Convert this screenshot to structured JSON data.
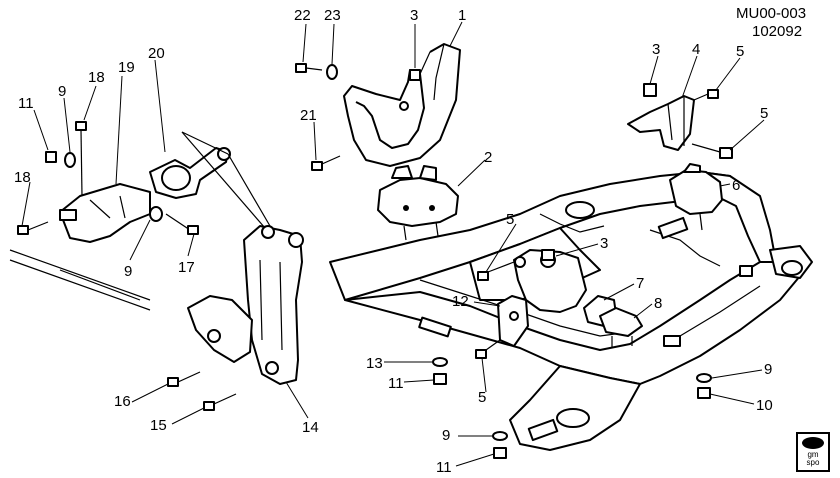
{
  "header": {
    "diagram_code": "MU00-003",
    "date_code": "102092"
  },
  "callouts": [
    {
      "id": "c1",
      "label": "1"
    },
    {
      "id": "c2",
      "label": "2"
    },
    {
      "id": "c3a",
      "label": "3"
    },
    {
      "id": "c3b",
      "label": "3"
    },
    {
      "id": "c3c",
      "label": "3"
    },
    {
      "id": "c4",
      "label": "4"
    },
    {
      "id": "c5a",
      "label": "5"
    },
    {
      "id": "c5b",
      "label": "5"
    },
    {
      "id": "c5c",
      "label": "5"
    },
    {
      "id": "c5d",
      "label": "5"
    },
    {
      "id": "c6",
      "label": "6"
    },
    {
      "id": "c7",
      "label": "7"
    },
    {
      "id": "c8",
      "label": "8"
    },
    {
      "id": "c9a",
      "label": "9"
    },
    {
      "id": "c9b",
      "label": "9"
    },
    {
      "id": "c9c",
      "label": "9"
    },
    {
      "id": "c9d",
      "label": "9"
    },
    {
      "id": "c10",
      "label": "10"
    },
    {
      "id": "c11a",
      "label": "11"
    },
    {
      "id": "c11b",
      "label": "11"
    },
    {
      "id": "c11c",
      "label": "11"
    },
    {
      "id": "c12",
      "label": "12"
    },
    {
      "id": "c13",
      "label": "13"
    },
    {
      "id": "c14",
      "label": "14"
    },
    {
      "id": "c15",
      "label": "15"
    },
    {
      "id": "c16",
      "label": "16"
    },
    {
      "id": "c17",
      "label": "17"
    },
    {
      "id": "c18a",
      "label": "18"
    },
    {
      "id": "c18b",
      "label": "18"
    },
    {
      "id": "c19",
      "label": "19"
    },
    {
      "id": "c20",
      "label": "20"
    },
    {
      "id": "c21",
      "label": "21"
    },
    {
      "id": "c22",
      "label": "22"
    },
    {
      "id": "c23",
      "label": "23"
    }
  ],
  "logo": {
    "text": "gm\nspo"
  }
}
